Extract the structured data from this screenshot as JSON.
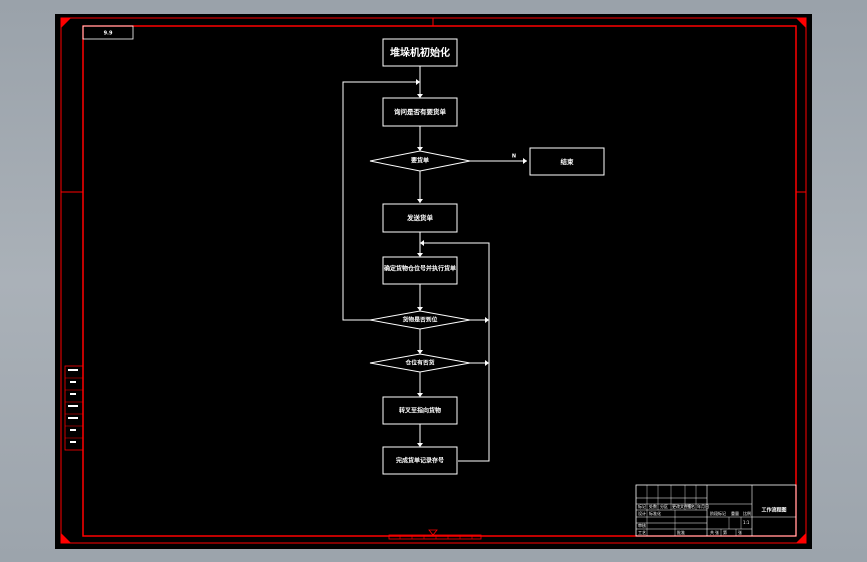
{
  "drawing_code": "9.9",
  "flowchart": {
    "nodes": [
      {
        "id": "init",
        "type": "process",
        "label": "堆垛机初始化"
      },
      {
        "id": "query",
        "type": "process",
        "label": "询问是否有要货单"
      },
      {
        "id": "has_order",
        "type": "decision",
        "label": "要货单"
      },
      {
        "id": "end",
        "type": "terminal",
        "label": "结束"
      },
      {
        "id": "receive",
        "type": "process",
        "label": "发送货单"
      },
      {
        "id": "execute",
        "type": "process",
        "label": "确定货物仓位号并执行货单"
      },
      {
        "id": "check_cargo",
        "type": "decision",
        "label": "货物是否到位"
      },
      {
        "id": "check_slot",
        "type": "decision",
        "label": "仓位有否货"
      },
      {
        "id": "transfer",
        "type": "process",
        "label": "转叉至指向货物"
      },
      {
        "id": "finish",
        "type": "process",
        "label": "完成货单记录存号"
      }
    ],
    "edge_labels": {
      "no": "N"
    }
  },
  "side_table": {
    "rows": [
      "",
      "",
      "",
      "",
      "",
      "",
      ""
    ]
  },
  "title_block": {
    "drawing_name": "工作流程图",
    "scale": "1:1",
    "cells": [
      "标记",
      "处数",
      "分区",
      "更改文件号",
      "签名",
      "年月日",
      "设计",
      "标准化",
      "审核",
      "工艺",
      "批准",
      "阶段标记",
      "重量",
      "比例",
      "共",
      "张",
      "第",
      "张"
    ]
  },
  "colors": {
    "frame": "#ff0000",
    "flow": "#ffffff",
    "background": "#000000"
  }
}
